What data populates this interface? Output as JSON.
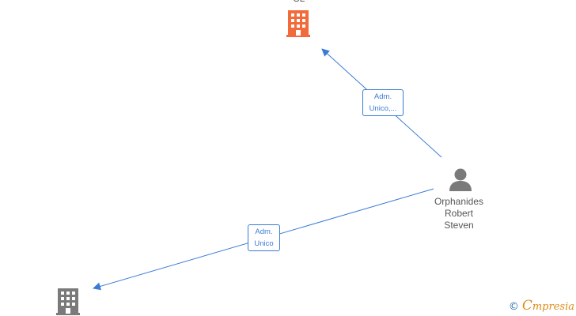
{
  "nodes": {
    "top_company": {
      "label": "SL",
      "color": "#f26b3a",
      "icon": "building-icon"
    },
    "bottom_company": {
      "label": "",
      "color": "#7a7a7a",
      "icon": "building-icon"
    },
    "person": {
      "label_lines": [
        "Orphanides",
        "Robert",
        "Steven"
      ],
      "color": "#7a7a7a",
      "icon": "person-icon"
    }
  },
  "edges": {
    "to_top": {
      "line1": "Adm.",
      "line2": "Unico,..."
    },
    "to_bottom": {
      "line1": "Adm.",
      "line2": "Unico"
    }
  },
  "colors": {
    "edge": "#3a7bd5"
  },
  "brand": {
    "copyright": "©",
    "first_letter": "C",
    "rest": "mpresia"
  }
}
